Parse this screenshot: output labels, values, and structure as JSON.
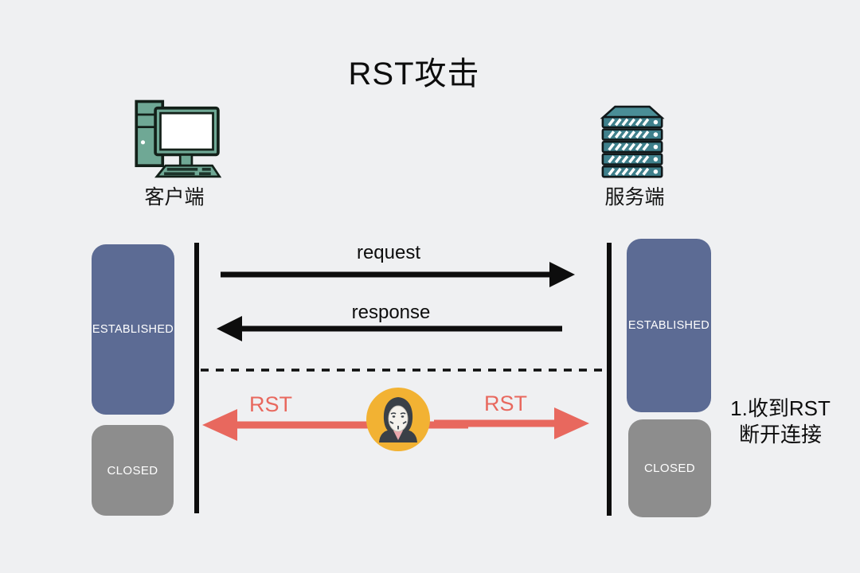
{
  "title": "RST攻击",
  "actors": {
    "client": {
      "label": "客户端",
      "icon": "desktop-computer-icon"
    },
    "server": {
      "label": "服务端",
      "icon": "server-rack-icon"
    }
  },
  "states": {
    "client": [
      {
        "label": "ESTABLISHED"
      },
      {
        "label": "CLOSED"
      }
    ],
    "server": [
      {
        "label": "ESTABLISHED"
      },
      {
        "label": "CLOSED"
      }
    ]
  },
  "messages": {
    "request": {
      "label": "request",
      "direction": "right"
    },
    "response": {
      "label": "response",
      "direction": "left"
    },
    "rst_to_client": {
      "label": "RST",
      "direction": "left"
    },
    "rst_to_server": {
      "label": "RST",
      "direction": "right"
    }
  },
  "attacker": {
    "icon": "anonymous-hacker-icon"
  },
  "annotation": {
    "line1": "1.收到RST",
    "line2": "断开连接"
  },
  "colors": {
    "background": "#eff0f2",
    "established_box": "#5c6b94",
    "closed_box": "#8d8d8d",
    "black_arrows": "#0d0d0d",
    "rst_red": "#e8685e",
    "attacker_circle": "#f2b233",
    "client_icon_teal": "#6fa895",
    "server_icon_teal": "#3f808c"
  }
}
